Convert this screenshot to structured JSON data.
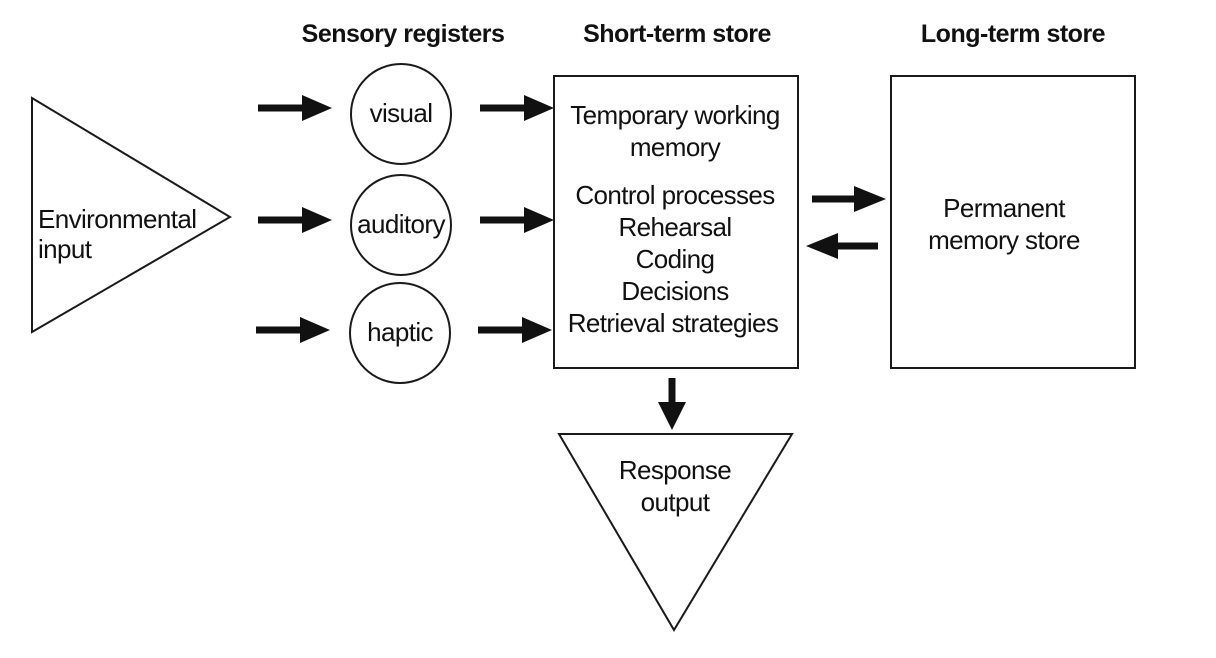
{
  "headers": {
    "sensory": "Sensory registers",
    "short_term": "Short-term store",
    "long_term": "Long-term store"
  },
  "input": {
    "line1": "Environmental",
    "line2": "input"
  },
  "registers": {
    "visual": "visual",
    "auditory": "auditory",
    "haptic": "haptic"
  },
  "short_term_box": {
    "working_line1": "Temporary working",
    "working_line2": "memory",
    "control": "Control processes",
    "rehearsal": "Rehearsal",
    "coding": "Coding",
    "decisions": "Decisions",
    "retrieval": "Retrieval strategies"
  },
  "long_term_box": {
    "line1": "Permanent",
    "line2": "memory store"
  },
  "output": {
    "line1": "Response",
    "line2": "output"
  },
  "colors": {
    "ink": "#111111",
    "background": "#ffffff"
  }
}
